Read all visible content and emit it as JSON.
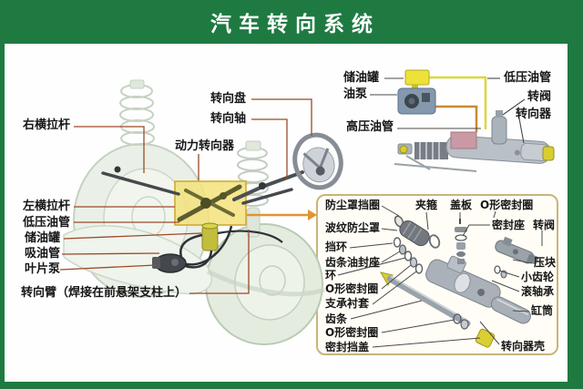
{
  "header": {
    "title": "汽车转向系统"
  },
  "labels": {
    "vehicle": {
      "right_tie_rod": "右横拉杆",
      "steering_wheel_disc": "转向盘",
      "steering_shaft": "转向轴",
      "power_steering_gear": "动力转向器",
      "left_tie_rod": "左横拉杆",
      "low_pressure_pipe": "低压油管",
      "oil_reservoir": "储油罐",
      "suction_pipe": "吸油管",
      "vane_pump": "叶片泵",
      "steering_arm": "转向臂（焊接在前悬架支柱上）"
    },
    "system": {
      "oil_reservoir": "储油罐",
      "oil_pump": "油泵",
      "low_pressure_pipe": "低压油管",
      "high_pressure_pipe": "高压油管",
      "rotary_valve": "转阀",
      "steering_gear": "转向器"
    },
    "inset": {
      "dust_cover_ring": "防尘罩挡圈",
      "clamp": "夹箍",
      "cover_plate": "盖板",
      "o_ring": "O形密封圈",
      "bellows_dust_cover": "波纹防尘罩",
      "seal_seat": "密封座",
      "rotary_valve": "转阀",
      "stop_ring": "挡环",
      "rack_oil_seal_seat": "齿条油封座",
      "ring": "环",
      "support_bushing": "支承衬套",
      "rack": "齿条",
      "seal_end_cover": "密封挡盖",
      "pressure_block": "压块",
      "pinion": "小齿轮",
      "roller_bearing": "滚轴承",
      "cylinder_tube": "缸筒",
      "steering_gear_housing": "转向器壳"
    }
  },
  "colors": {
    "header_green": "#1f7a42",
    "highlight_yellow": "#f3e27b",
    "inset_border": "#c9b478",
    "arrow_orange": "#e0952f",
    "label_line_brown": "#9c4a28",
    "label_line_gray": "#4a4a4a",
    "pipe_yellow": "#ded63c",
    "pipe_orange": "#cc8833"
  }
}
